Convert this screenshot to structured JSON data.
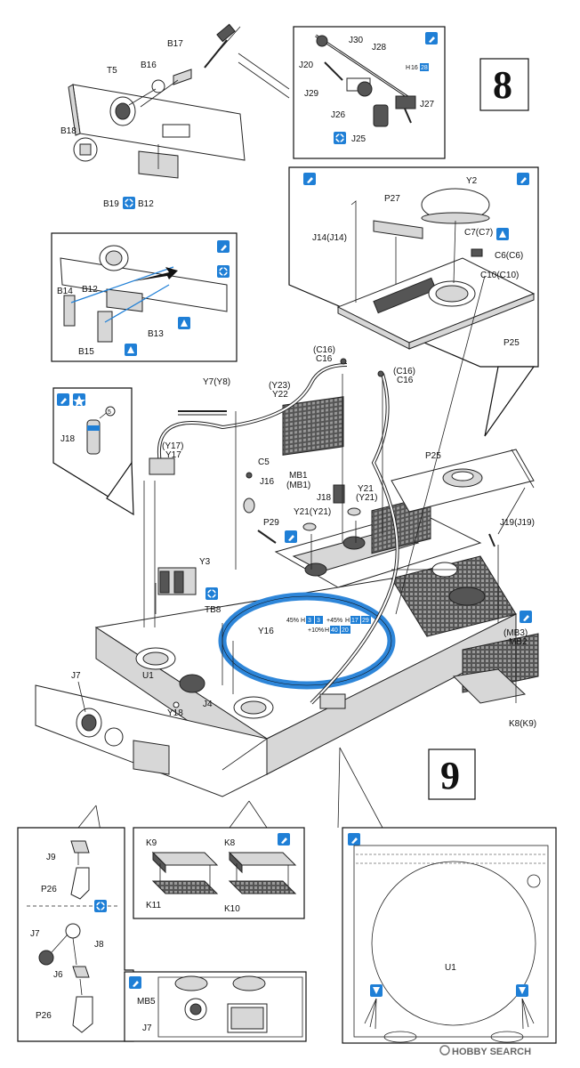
{
  "steps": {
    "step8": "8",
    "step9": "9"
  },
  "labels": {
    "T5": "T5",
    "B16": "B16",
    "B17": "B17",
    "B18": "B18",
    "B19": "B19",
    "B12": "B12",
    "J30": "J30",
    "J28": "J28",
    "J20": "J20",
    "J29": "J29",
    "J26": "J26",
    "J25": "J25",
    "J27": "J27",
    "B14": "B14",
    "B12b": "B12",
    "B13": "B13",
    "B15": "B15",
    "Y2": "Y2",
    "P27": "P27",
    "J14": "J14(J14)",
    "C7": "C7(C7)",
    "C6": "C6(C6)",
    "C10": "C10(C10)",
    "P25": "P25",
    "C16a_top": "(C16)",
    "C16a": "C16",
    "C16b_top": "(C16)",
    "C16b": "C16",
    "Y7": "Y7(Y8)",
    "Y23_top": "(Y23)",
    "Y22": "Y22",
    "J18": "J18",
    "five": "5",
    "Y17_top": "(Y17)",
    "Y17": "Y17",
    "C5": "C5",
    "J16": "J16",
    "P29": "P29",
    "MB1_top": "MB1",
    "MB1": "(MB1)",
    "J18b": "J18",
    "Y21_top": "Y21",
    "Y21b": "(Y21)",
    "Y21c": "Y21(Y21)",
    "P25b": "P25",
    "J19": "J19(J19)",
    "Y3": "Y3",
    "TB8": "TB8",
    "Y16": "Y16",
    "MB3": "(MB3)",
    "MB2": "MB2",
    "U1": "U1",
    "Y18": "Y18",
    "J4": "J4",
    "J7": "J7",
    "K8K9": "K8(K9)",
    "K9": "K9",
    "K8": "K8",
    "K11": "K11",
    "K10": "K10",
    "J9": "J9",
    "P26": "P26",
    "J7b": "J7",
    "J8": "J8",
    "J6": "J6",
    "P26b": "P26",
    "MB5": "MB5",
    "J7c": "J7",
    "U1b": "U1"
  },
  "paint_codes": {
    "h16": "H",
    "h16_num": "16",
    "h16_chip": "28",
    "line1_pct": "45%",
    "line1_h": "H",
    "line1_a": "3",
    "line1_b": "3",
    "line1_plus": "+45%",
    "line1_h2": "H",
    "line1_c": "17",
    "line1_d": "29",
    "line2_pct": "+10%",
    "line2_h": "H",
    "line2_e": "40",
    "line2_f": "20"
  },
  "watermark": "HOBBY SEARCH",
  "colors": {
    "accent_blue": "#1f7fd6",
    "ring_blue": "#2e86d9",
    "ink": "#111111"
  },
  "icons": [
    "paint-icon",
    "glue-icon",
    "star-icon",
    "drill-icon",
    "apply-icon",
    "decal-icon"
  ]
}
